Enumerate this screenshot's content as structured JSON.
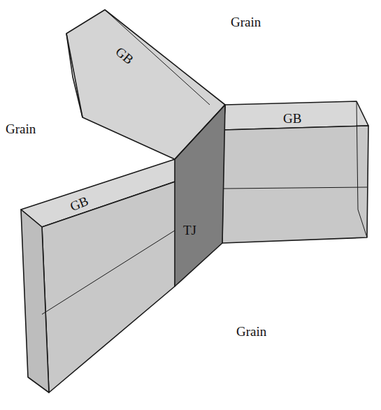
{
  "diagram": {
    "labels": [
      "GB",
      "Grain",
      "Grain",
      "GB",
      "GB",
      "TJ",
      "Grain"
    ]
  }
}
